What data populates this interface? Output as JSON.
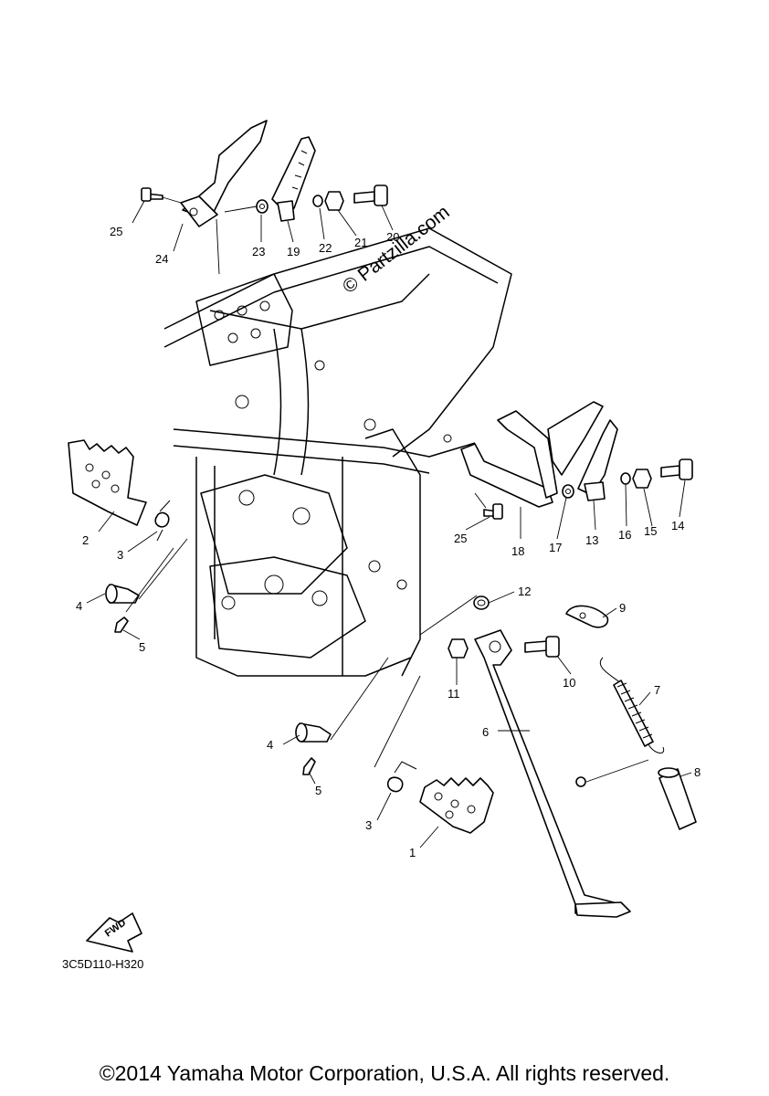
{
  "watermark": "© Partzilla.com",
  "diagram_code": "3C5D110-H320",
  "fwd_label": "FWD",
  "copyright": "©2014 Yamaha Motor Corporation, U.S.A. All rights reserved.",
  "callouts": [
    "25",
    "24",
    "23",
    "19",
    "22",
    "21",
    "20",
    "2",
    "3",
    "4",
    "5",
    "25",
    "18",
    "17",
    "13",
    "16",
    "15",
    "14",
    "12",
    "9",
    "11",
    "10",
    "7",
    "6",
    "8",
    "4",
    "5",
    "3",
    "1"
  ]
}
